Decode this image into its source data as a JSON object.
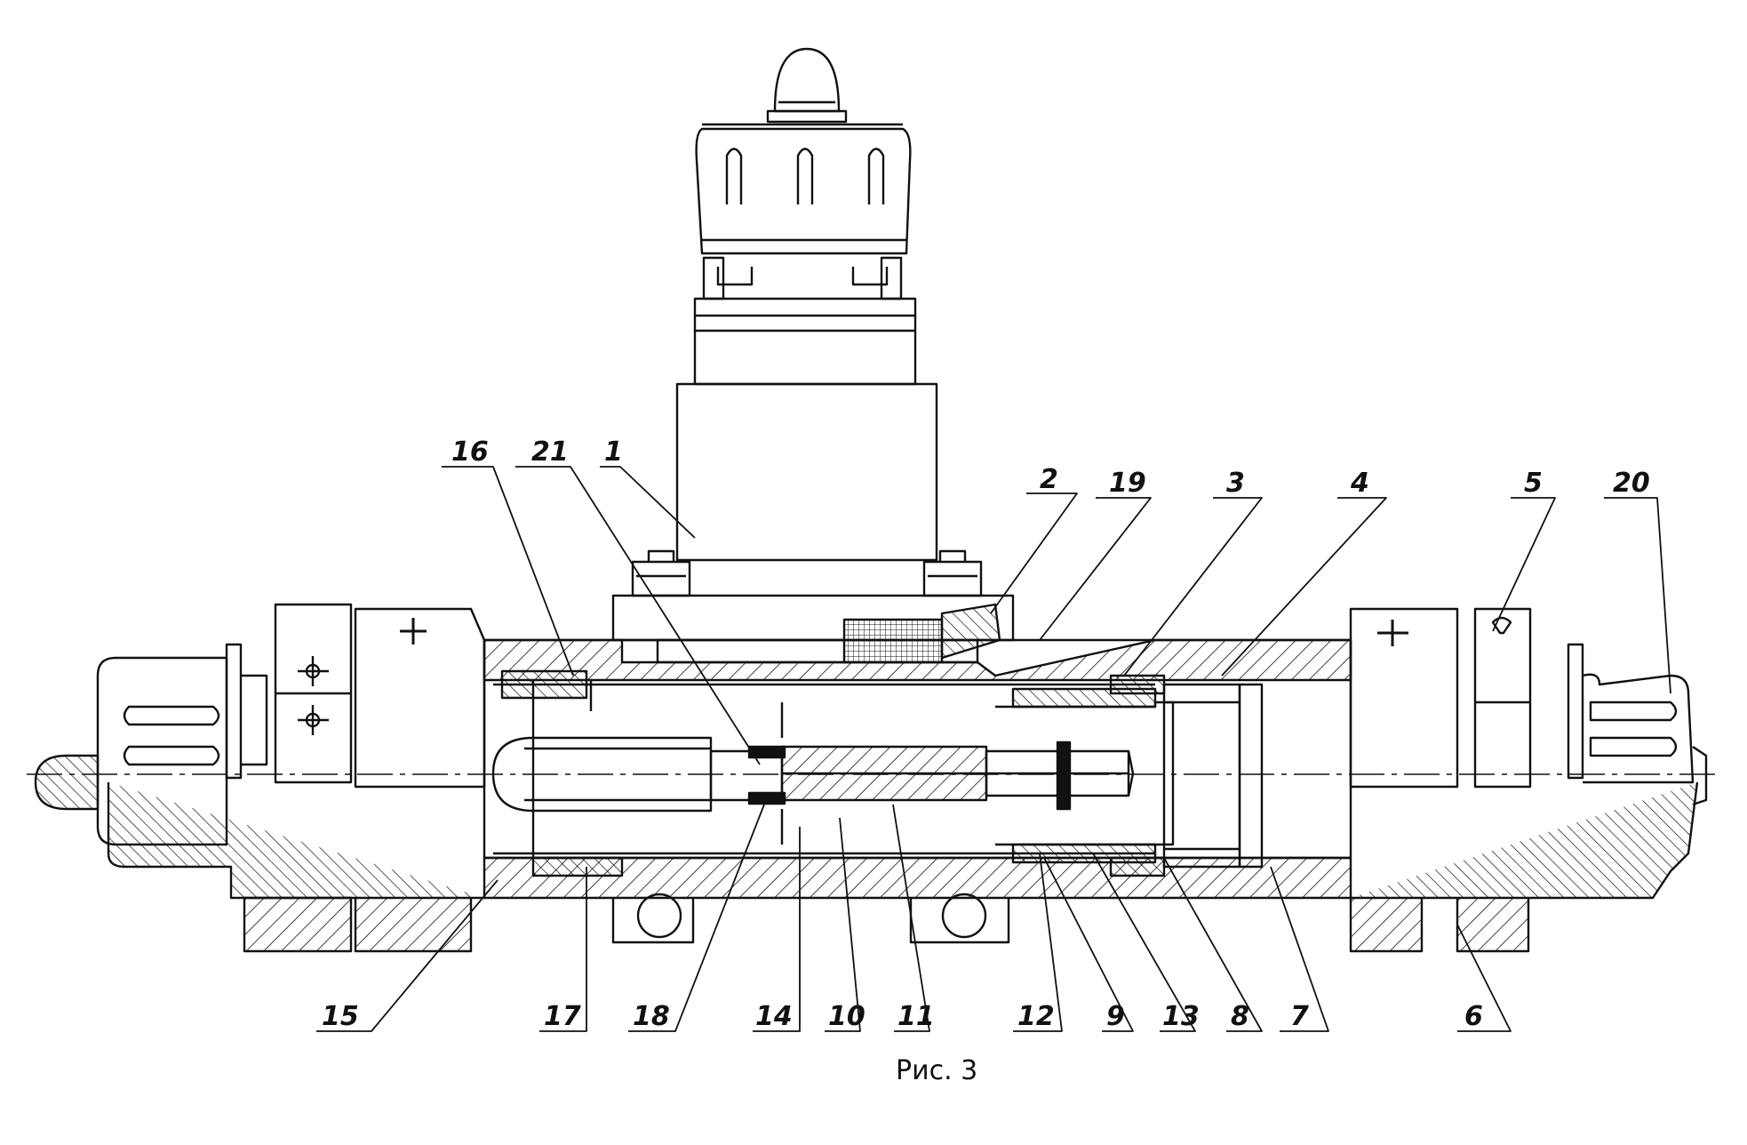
{
  "figure": {
    "caption": "Рис. 3",
    "ink_color": "#111111",
    "paper_color": "#ffffff",
    "callouts": [
      "1",
      "2",
      "3",
      "4",
      "5",
      "6",
      "7",
      "8",
      "9",
      "10",
      "11",
      "12",
      "13",
      "14",
      "15",
      "16",
      "17",
      "18",
      "19",
      "20",
      "21"
    ]
  }
}
